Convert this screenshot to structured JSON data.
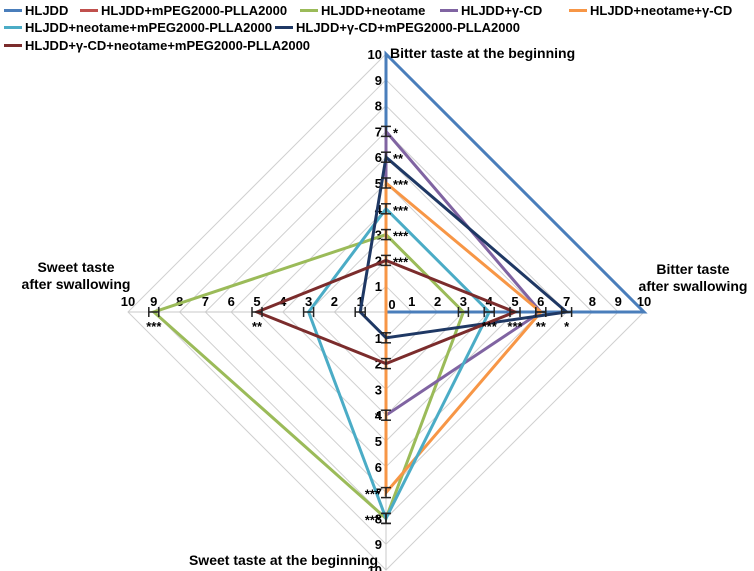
{
  "chart_data": {
    "type": "radar",
    "axes": [
      {
        "name": "Bitter taste at the beginning",
        "lines": [
          "Bitter taste at the beginning"
        ]
      },
      {
        "name": "Bitter taste after swallowing",
        "lines": [
          "Bitter taste",
          "after swallowing"
        ]
      },
      {
        "name": "Sweet taste at the beginning",
        "lines": [
          "Sweet taste at the beginning"
        ]
      },
      {
        "name": "Sweet taste after swallowing",
        "lines": [
          "Sweet taste",
          "after swallowing"
        ]
      }
    ],
    "range": [
      0,
      10
    ],
    "ticks": [
      "0",
      "1",
      "2",
      "3",
      "4",
      "5",
      "6",
      "7",
      "8",
      "9",
      "10"
    ],
    "grid": true,
    "legend_position": "top",
    "series": [
      {
        "name": "HLJDD",
        "color": "#4a7ebb",
        "values": [
          10,
          10,
          0,
          0
        ]
      },
      {
        "name": "HLJDD+mPEG2000-PLLA2000",
        "color": "#c0504d",
        "values": [
          0,
          0,
          0,
          0
        ]
      },
      {
        "name": "HLJDD+neotame",
        "color": "#9bbb59",
        "values": [
          3,
          3,
          8,
          9
        ]
      },
      {
        "name": "HLJDD+γ-CD",
        "color": "#8064a2",
        "values": [
          7,
          6,
          4,
          0
        ]
      },
      {
        "name": "HLJDD+neotame+γ-CD",
        "color": "#f79646",
        "values": [
          5,
          6,
          7,
          0
        ]
      },
      {
        "name": "HLJDD+neotame+mPEG2000-PLLA2000",
        "color": "#4bacc6",
        "values": [
          4,
          4,
          8,
          3
        ]
      },
      {
        "name": "HLJDD+γ-CD+mPEG2000-PLLA2000",
        "color": "#1f3864",
        "values": [
          6,
          7,
          1,
          1
        ]
      },
      {
        "name": "HLJDD+γ-CD+neotame+mPEG2000-PLLA2000",
        "color": "#7b2c2c",
        "values": [
          2,
          5,
          2,
          5
        ]
      }
    ],
    "annotations": [
      {
        "axis": 0,
        "value": 7,
        "text": "*"
      },
      {
        "axis": 0,
        "value": 6,
        "text": "**"
      },
      {
        "axis": 0,
        "value": 5,
        "text": "***"
      },
      {
        "axis": 0,
        "value": 4,
        "text": "***"
      },
      {
        "axis": 0,
        "value": 3,
        "text": "***"
      },
      {
        "axis": 0,
        "value": 2,
        "text": "***"
      },
      {
        "axis": 1,
        "value": 4,
        "text": "***"
      },
      {
        "axis": 1,
        "value": 5,
        "text": "***"
      },
      {
        "axis": 1,
        "value": 6,
        "text": "**"
      },
      {
        "axis": 1,
        "value": 7,
        "text": "*"
      },
      {
        "axis": 2,
        "value": 4,
        "text": "*"
      },
      {
        "axis": 2,
        "value": 7,
        "text": "***"
      },
      {
        "axis": 2,
        "value": 8,
        "text": "***"
      },
      {
        "axis": 3,
        "value": 9,
        "text": "***"
      },
      {
        "axis": 3,
        "value": 5,
        "text": "**"
      }
    ]
  }
}
